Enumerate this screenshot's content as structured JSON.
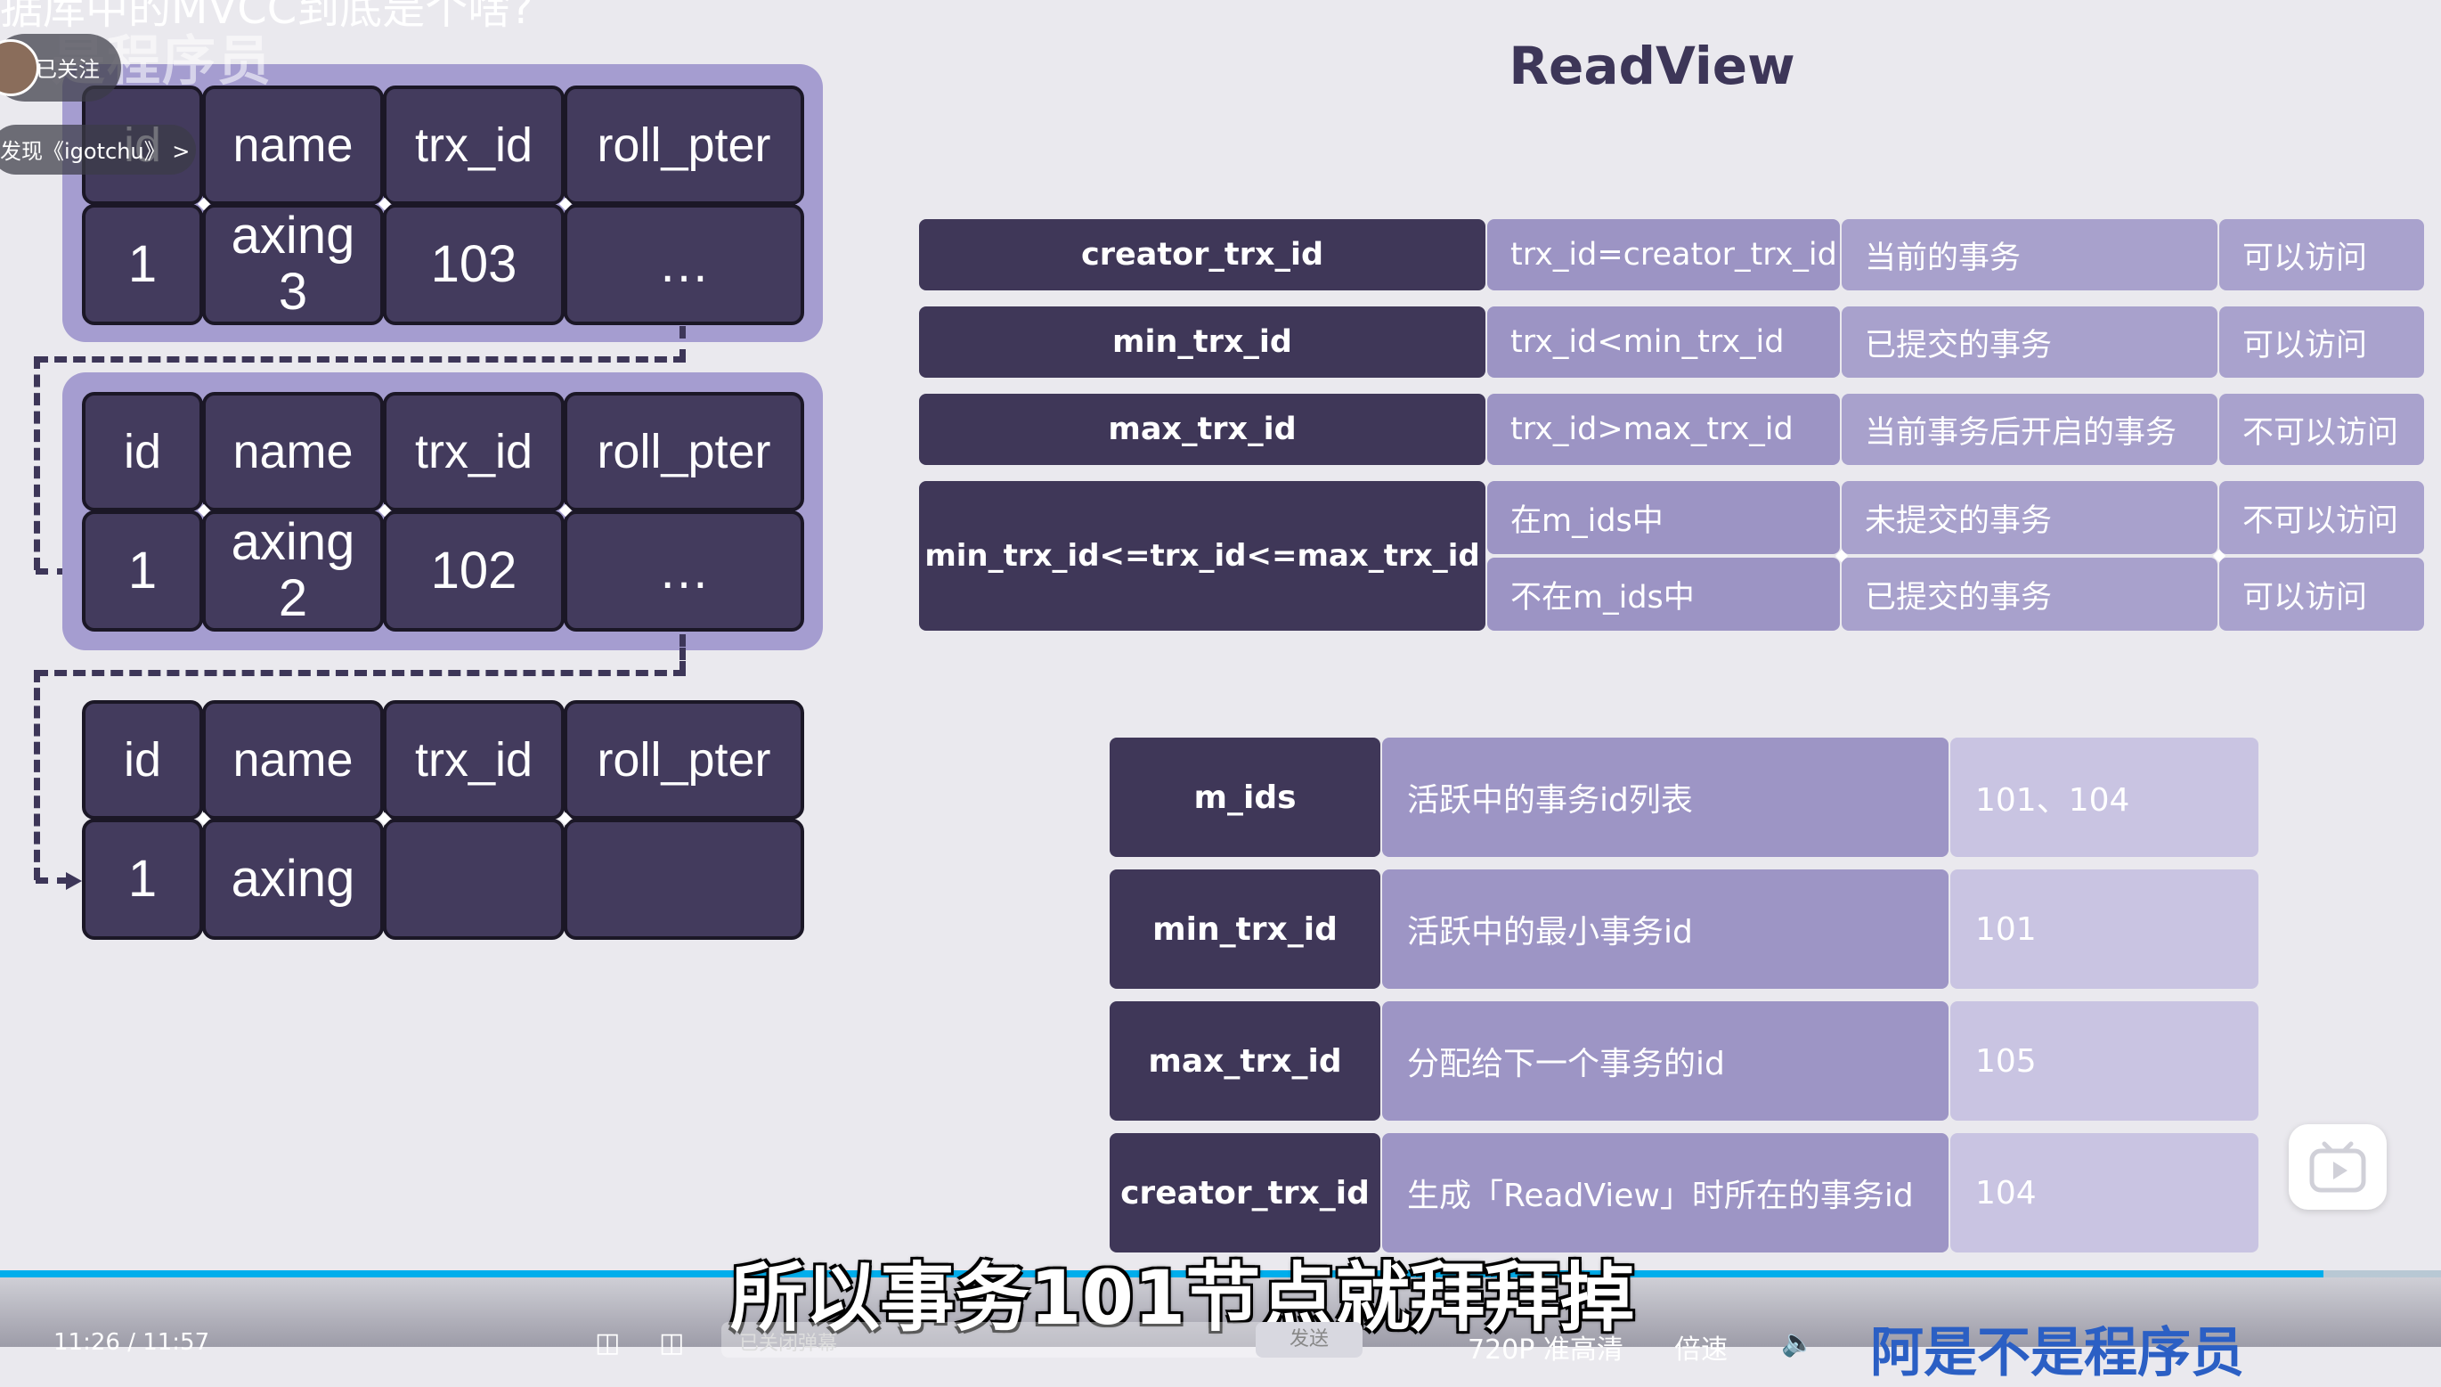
{
  "video_title": "据库中的MVCC到底是个啥?",
  "channel": {
    "follow_label": "已关注",
    "watermark": "是程序员",
    "find_label": "发现《igotchu》 >"
  },
  "records": [
    {
      "headers": [
        "id",
        "name",
        "trx_id",
        "roll_pter"
      ],
      "values": [
        "1",
        "axing\n3",
        "103",
        "…"
      ]
    },
    {
      "headers": [
        "id",
        "name",
        "trx_id",
        "roll_pter"
      ],
      "values": [
        "1",
        "axing\n2",
        "102",
        "…"
      ]
    },
    {
      "headers": [
        "id",
        "name",
        "trx_id",
        "roll_pter"
      ],
      "values": [
        "1",
        "axing",
        "",
        ""
      ]
    }
  ],
  "readview": {
    "title": "ReadView",
    "rules": [
      {
        "field": "creator_trx_id",
        "condition": "trx_id=creator_trx_id",
        "meaning": "当前的事务",
        "result": "可以访问"
      },
      {
        "field": "min_trx_id",
        "condition": "trx_id<min_trx_id",
        "meaning": "已提交的事务",
        "result": "可以访问"
      },
      {
        "field": "max_trx_id",
        "condition": "trx_id>max_trx_id",
        "meaning": "当前事务后开启的事务",
        "result": "不可以访问"
      },
      {
        "field": "min_trx_id<=trx_id<=max_trx_id",
        "sub": [
          {
            "condition": "在m_ids中",
            "meaning": "未提交的事务",
            "result": "不可以访问"
          },
          {
            "condition": "不在m_ids中",
            "meaning": "已提交的事务",
            "result": "可以访问"
          }
        ]
      }
    ],
    "fields": [
      {
        "name": "m_ids",
        "desc": "活跃中的事务id列表",
        "value": "101、104"
      },
      {
        "name": "min_trx_id",
        "desc": "活跃中的最小事务id",
        "value": "101"
      },
      {
        "name": "max_trx_id",
        "desc": "分配给下一个事务的id",
        "value": "105"
      },
      {
        "name": "creator_trx_id",
        "desc": "生成「ReadView」时所在的事务id",
        "value": "104"
      }
    ]
  },
  "player": {
    "subtitle": "所以事务101节点就拜拜掉",
    "time": "11:26 / 11:57",
    "progress_fraction": 0.952,
    "danmaku_placeholder": "已关闭弹幕",
    "send_label": "发送",
    "quality": "720P 准高清",
    "speed": "倍速",
    "brand": "阿是不是程序员",
    "icons": [
      "danmaku-toggle-icon",
      "danmaku-settings-icon",
      "volume-icon",
      "settings-icon",
      "fullscreen-icon",
      "tv-icon"
    ]
  }
}
